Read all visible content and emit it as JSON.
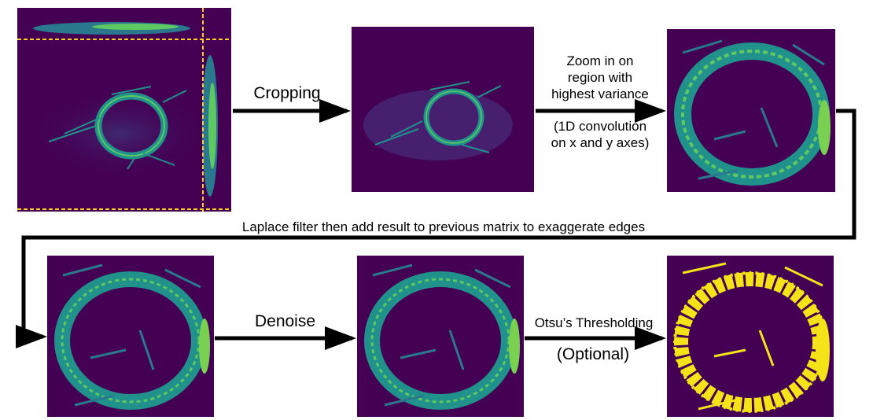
{
  "steps": {
    "crop": "Cropping",
    "zoom_line1": "Zoom in on",
    "zoom_line2": "region with",
    "zoom_line3": "highest variance",
    "conv_line1": "(1D convolution",
    "conv_line2": "on x and y axes)",
    "laplace": "Laplace filter then add result to previous matrix to exaggerate edges",
    "denoise": "Denoise",
    "otsu": "Otsu’s Thresholding",
    "optional": "(Optional)"
  },
  "colors": {
    "background": "#440154",
    "structure": "#21918c",
    "bright": "#5ec962",
    "peak": "#fde725",
    "threshold": "#f5e31a",
    "crosshair": "#ffd21f",
    "arrow": "#000000"
  },
  "panels": {
    "original": "orthogonal-view-cell-image",
    "cropped": "cropped-cell-image",
    "zoomed": "zoomed-cell-image",
    "laplace": "edge-enhanced-cell-image",
    "denoised": "denoised-cell-image",
    "thresholded": "binary-mask-image"
  }
}
